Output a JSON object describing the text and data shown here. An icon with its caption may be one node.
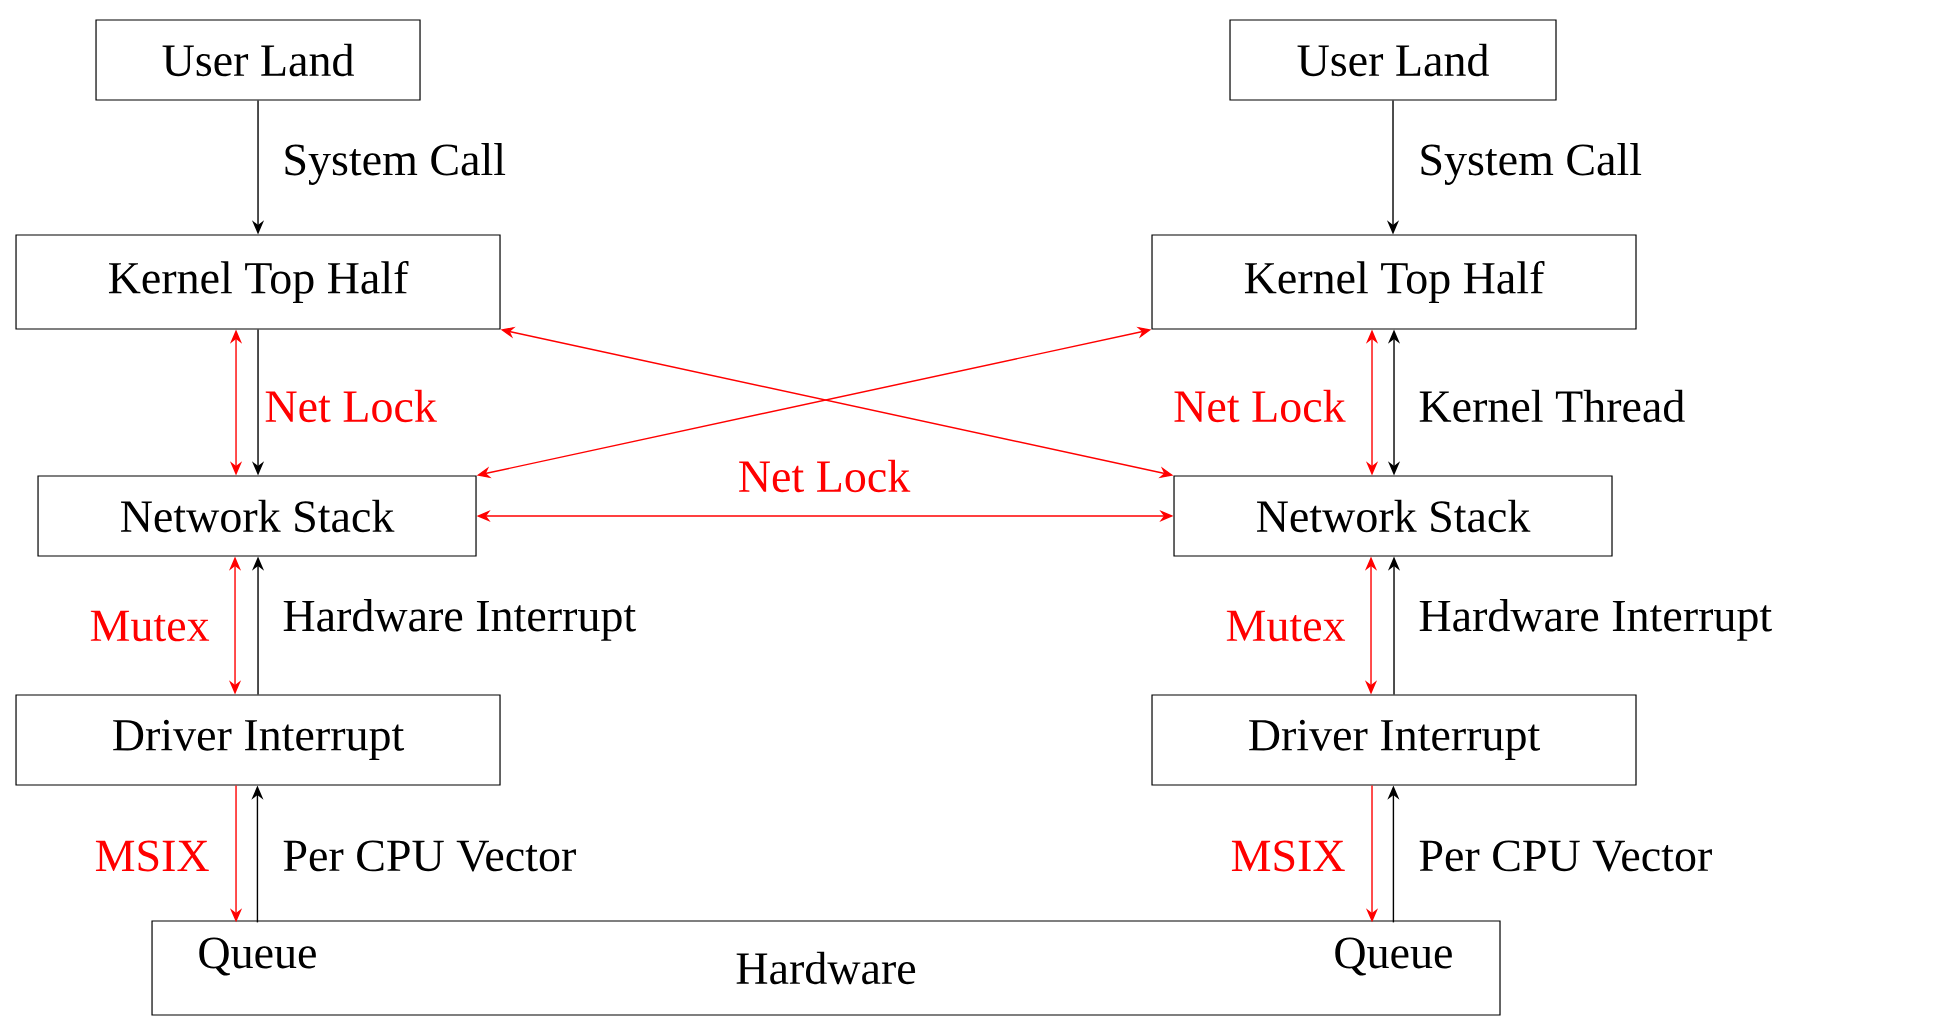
{
  "diagram": {
    "nodes": [
      {
        "text": [
          "User Land"
        ]
      },
      {
        "text": [
          "Kernel Top Half"
        ]
      },
      {
        "text": [
          "Network Stack"
        ]
      },
      {
        "text": [
          "Driver Interrupt"
        ]
      },
      {
        "text": [
          "User Land"
        ]
      },
      {
        "text": [
          "Kernel Top Half"
        ]
      },
      {
        "text": [
          "Network Stack"
        ]
      },
      {
        "text": [
          "Driver Interrupt"
        ]
      },
      {
        "text": [
          "Hardware"
        ]
      },
      {
        "text": [
          "Queue"
        ],
        "in": 8
      },
      {
        "text": [
          "Queue"
        ],
        "in": 8
      }
    ],
    "edges": [
      {
        "from": 0,
        "to": 1,
        "arrow": "to",
        "label": "System Call",
        "color": "#000000"
      },
      {
        "from": 1,
        "to": 2,
        "arrow": "both",
        "label": "Net Lock",
        "color": "#ff0000"
      },
      {
        "from": 1,
        "to": 2,
        "arrow": "to",
        "color": "#000000"
      },
      {
        "from": 2,
        "to": 3,
        "arrow": "both",
        "label": "Mutex",
        "color": "#ff0000"
      },
      {
        "from": 3,
        "to": 2,
        "arrow": "to",
        "label": "Hardware Interrupt",
        "color": "#000000"
      },
      {
        "from": 3,
        "to": 9,
        "arrow": "to",
        "label": "MSIX",
        "color": "#ff0000"
      },
      {
        "from": 9,
        "to": 3,
        "arrow": "to",
        "label": "Per CPU Vector",
        "color": "#000000"
      },
      {
        "from": 4,
        "to": 5,
        "arrow": "to",
        "label": "System Call",
        "color": "#000000"
      },
      {
        "from": 5,
        "to": 6,
        "arrow": "both",
        "label": "Net Lock",
        "color": "#ff0000"
      },
      {
        "from": 5,
        "to": 6,
        "arrow": "both",
        "label": "Kernel Thread",
        "color": "#000000"
      },
      {
        "from": 6,
        "to": 7,
        "arrow": "both",
        "label": "Mutex",
        "color": "#ff0000"
      },
      {
        "from": 7,
        "to": 6,
        "arrow": "to",
        "label": "Hardware Interrupt",
        "color": "#000000"
      },
      {
        "from": 7,
        "to": 10,
        "arrow": "to",
        "label": "MSIX",
        "color": "#ff0000"
      },
      {
        "from": 10,
        "to": 7,
        "arrow": "to",
        "label": "Per CPU Vector",
        "color": "#000000"
      },
      {
        "from": 1,
        "to": 6,
        "arrow": "both",
        "color": "#ff0000"
      },
      {
        "from": 5,
        "to": 2,
        "arrow": "both",
        "color": "#ff0000"
      },
      {
        "from": 2,
        "to": 6,
        "arrow": "both",
        "label": "Net Lock",
        "color": "#ff0000"
      }
    ]
  }
}
